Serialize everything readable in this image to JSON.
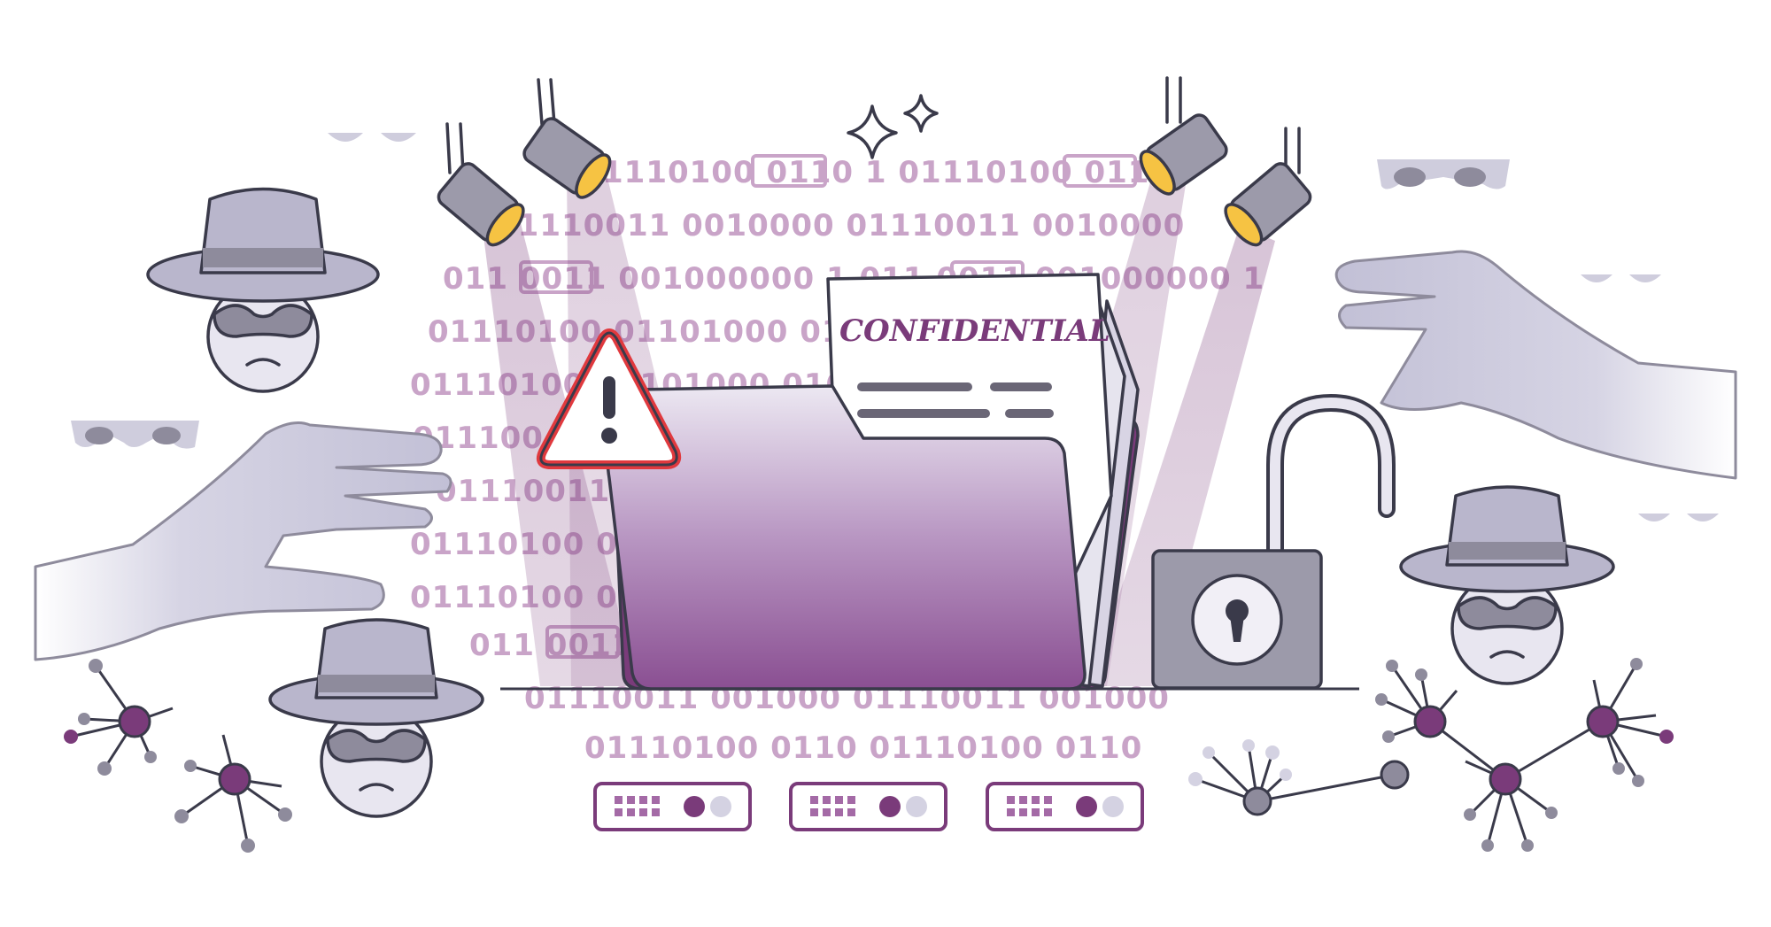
{
  "document": {
    "label": "CONFIDENTIAL"
  },
  "binary_rows": [
    "1110100 0110 1 01110100 0110",
    "01110011 0010000 01110011 0010000",
    "011 0011 001000000 1 011 0011 001000000 1",
    "01110100 01101000 01000 01",
    "01110100 01101000 01000 011",
    "011100 00000",
    "011100111 0000 01",
    "01110100 0 0 011",
    "01110100 0",
    "011 0011",
    "01110011 001000 01110011 001000",
    "01110100 0110 01110100 0110"
  ],
  "colors": {
    "purple_dark": "#7a3b7a",
    "purple_mid": "#a46aa6",
    "purple_light": "#c9a4c8",
    "grey_figure": "#b9b6cc",
    "grey_dark": "#8e8b9c",
    "warning_red": "#e0393e",
    "lamp_glow": "#f6c343",
    "outline": "#3a3a4a"
  },
  "icons": [
    "spy-icon",
    "hand-icon",
    "folder-icon",
    "warning-icon",
    "padlock-icon",
    "spotlight-icon",
    "sparkle-icon",
    "network-node-icon",
    "server-icon"
  ]
}
